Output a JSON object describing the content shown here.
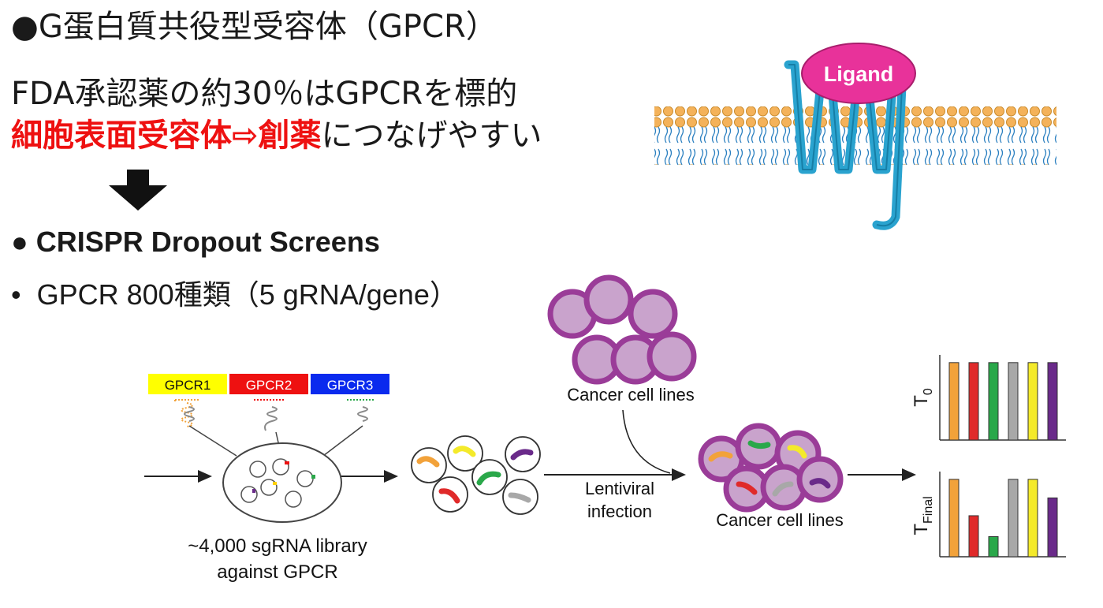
{
  "text": {
    "bullet_dot": "●",
    "line1": "G蛋白質共役型受容体（GPCR）",
    "line2": "FDA承認薬の約30％はGPCRを標的",
    "line3_red": "細胞表面受容体⇨創薬",
    "line3_rest": "につなげやすい",
    "line4": "CRISPR Dropout Screens",
    "bullet_small": "•",
    "line5": "GPCR 800種類（5 gRNA/gene）"
  },
  "membrane": {
    "ligand_label": "Ligand"
  },
  "screen": {
    "gpcr_labels": [
      "GPCR1",
      "GPCR2",
      "GPCR3"
    ],
    "gpcr_colors": [
      "#ffff00",
      "#ee1111",
      "#0a2aee"
    ],
    "library_label_line1": "~4,000 sgRNA library",
    "library_label_line2": "against GPCR",
    "cancer_top_label": "Cancer cell lines",
    "cancer_bottom_label": "Cancer cell lines",
    "infection_line1": "Lentiviral",
    "infection_line2": "infection",
    "t0_label": "T",
    "t0_sub": "0",
    "tfinal_label": "T",
    "tfinal_sub": "Final"
  },
  "colors": {
    "red_text": "#ee1111",
    "cell_purple": "#9a3c98",
    "cell_fill": "#c9a3cc",
    "helix_blue": "#2aa3cf",
    "ligand_pink": "#e8329a"
  },
  "chart_data": [
    {
      "type": "bar",
      "categories": [
        "",
        "",
        "",
        "",
        "",
        ""
      ],
      "values": [
        1,
        1,
        1,
        1,
        1,
        1
      ],
      "colors": [
        "#f2a23a",
        "#e02a2a",
        "#2aa84a",
        "#a8a8a8",
        "#f4ea2a",
        "#6a2a8a"
      ],
      "ylabel": "T0",
      "ylim": [
        0,
        1.1
      ]
    },
    {
      "type": "bar",
      "categories": [
        "",
        "",
        "",
        "",
        "",
        ""
      ],
      "values": [
        1,
        0.53,
        0.26,
        1,
        1,
        0.76
      ],
      "colors": [
        "#f2a23a",
        "#e02a2a",
        "#2aa84a",
        "#a8a8a8",
        "#f4ea2a",
        "#6a2a8a"
      ],
      "ylabel": "TFinal",
      "ylim": [
        0,
        1.1
      ]
    }
  ]
}
